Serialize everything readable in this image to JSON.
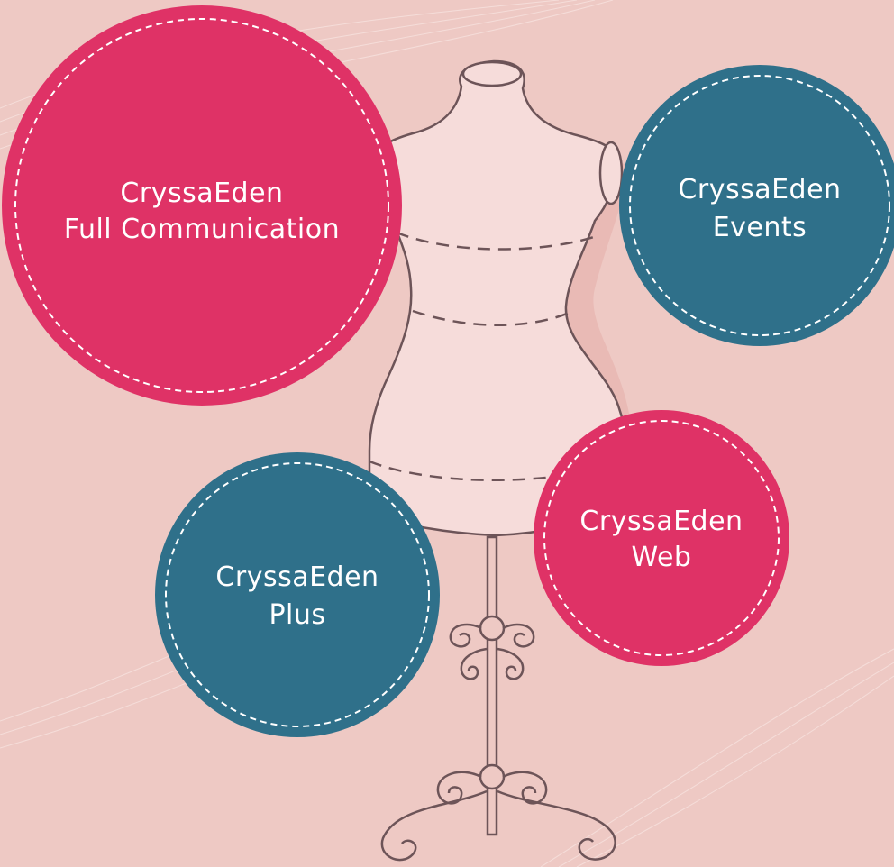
{
  "colors": {
    "background": "#eec9c4",
    "magenta": "#df3266",
    "teal": "#2f708a",
    "torso_fill": "#f6dcda",
    "outline": "#6d5458"
  },
  "products": [
    {
      "id": "full",
      "line1": "CryssaEden",
      "line2": "Full Communication",
      "color": "magenta"
    },
    {
      "id": "events",
      "line1": "CryssaEden",
      "line2": "Events",
      "color": "teal"
    },
    {
      "id": "web",
      "line1": "CryssaEden",
      "line2": "Web",
      "color": "magenta"
    },
    {
      "id": "plus",
      "line1": "CryssaEden",
      "line2": "Plus",
      "color": "teal"
    }
  ]
}
